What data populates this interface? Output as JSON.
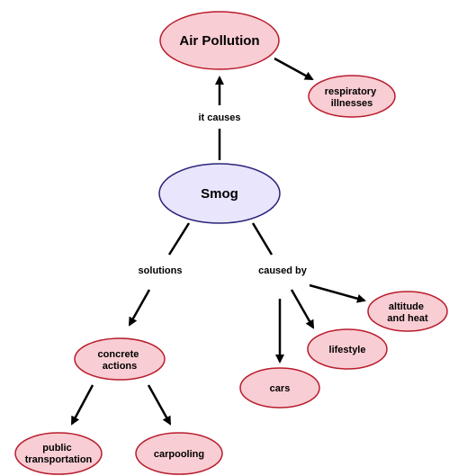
{
  "colors": {
    "pink_fill": "#f8cdd3",
    "pink_stroke": "#b91c2c",
    "lavender_fill": "#e8e5fd",
    "lavender_stroke": "#2a237a",
    "edge": "#000000"
  },
  "nodes": {
    "air_pollution": "Air Pollution",
    "respiratory": [
      "respiratory",
      "illnesses"
    ],
    "smog": "Smog",
    "concrete_actions": [
      "concrete",
      "actions"
    ],
    "public_transportation": [
      "public",
      "transportation"
    ],
    "carpooling": "carpooling",
    "cars": "cars",
    "lifestyle": "lifestyle",
    "altitude_heat": [
      "altitude",
      "and heat"
    ]
  },
  "edge_labels": {
    "it_causes": "it causes",
    "solutions": "solutions",
    "caused_by": "caused by"
  }
}
